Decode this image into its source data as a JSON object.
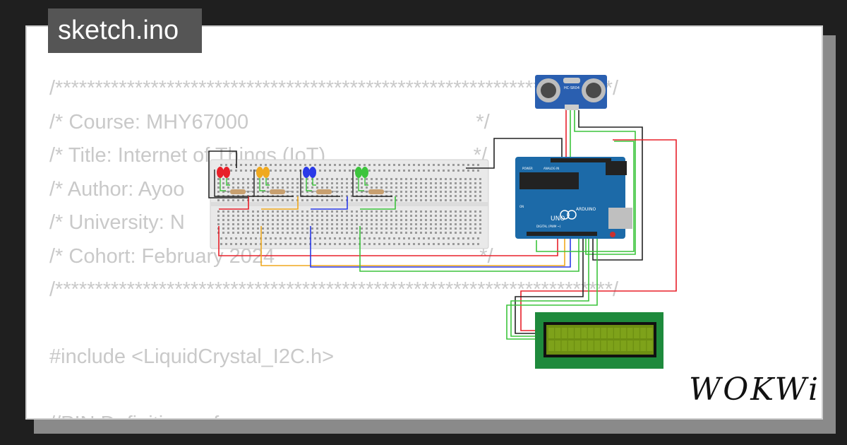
{
  "tab": {
    "filename": "sketch.ino"
  },
  "code_lines": [
    "/**********************************************************************/",
    "/* Course: MHY67000                                        */",
    "/* Title: Internet of Things (IoT)                          */",
    "/* Author: Ayoo",
    "/* University: N",
    "/* Cohort: February 2024                                    */",
    "/**********************************************************************/",
    "",
    "#include <LiquidCrystal_I2C.h>",
    "",
    "//PIN Definitions of"
  ],
  "circuit": {
    "sensor_label": "HC-SR04",
    "arduino_brand": "ARDUINO",
    "arduino_model": "UNO",
    "arduino_digital_label": "DIGITAL (PWM ~)",
    "arduino_analog_label": "ANALOG IN",
    "arduino_power_label": "POWER",
    "arduino_on_label": "ON",
    "leds": [
      {
        "color": "#e8202a",
        "wire": "#e8202a"
      },
      {
        "color": "#f0a91e",
        "wire": "#f0a91e"
      },
      {
        "color": "#2a3ae8",
        "wire": "#2a3ae8"
      },
      {
        "color": "#3cc43c",
        "wire": "#3cc43c"
      }
    ]
  },
  "brand": {
    "logo": "WOKWi"
  }
}
